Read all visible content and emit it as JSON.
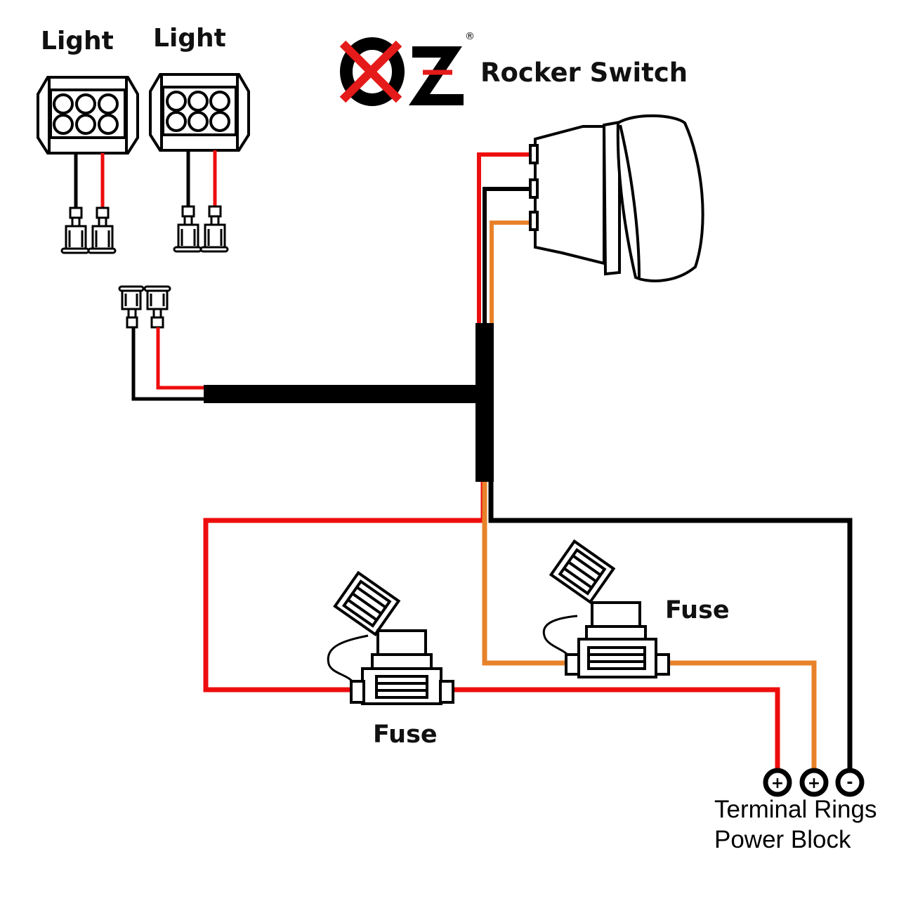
{
  "brand": {
    "logo_text": "OZ",
    "registered_mark": "®",
    "product_title": "Rocker Switch",
    "accent_color": "#e51a1a"
  },
  "labels": {
    "light_1": "Light",
    "light_2": "Light",
    "fuse_1": "Fuse",
    "fuse_2": "Fuse",
    "terminal_line_1": "Terminal Rings",
    "terminal_line_2": "Power Block"
  },
  "terminals": [
    {
      "symbol": "+",
      "wire_color": "red"
    },
    {
      "symbol": "+",
      "wire_color": "orange"
    },
    {
      "symbol": "-",
      "wire_color": "black"
    }
  ],
  "wire_colors": {
    "red": "#ee0d0d",
    "orange": "#e8822a",
    "black": "#000000"
  },
  "components": {
    "lights": 2,
    "fuses": 2,
    "switch_pins": 3,
    "harness_connectors": 2
  }
}
